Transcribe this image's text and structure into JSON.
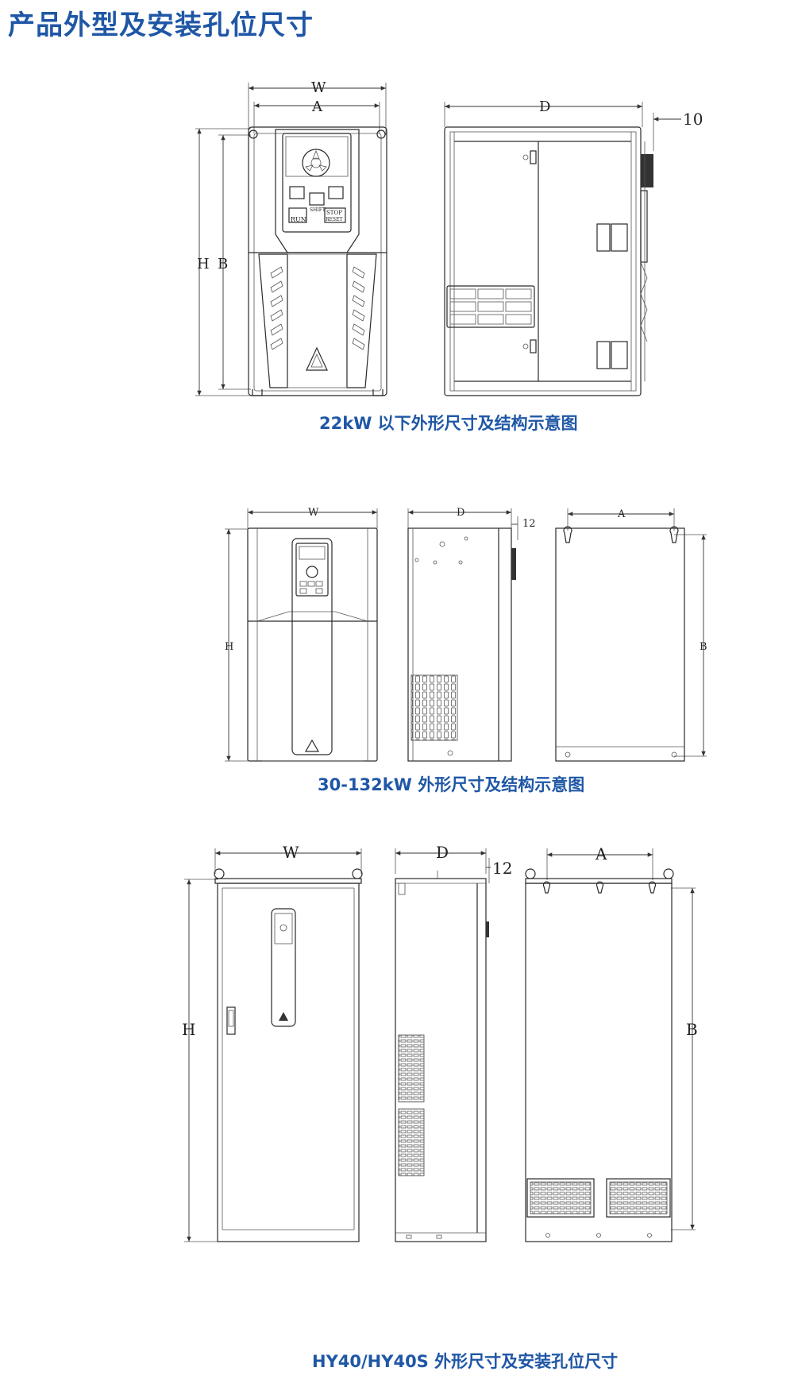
{
  "page_title": "产品外型及安装孔位尺寸",
  "sections": [
    {
      "caption": "22kW 以下外形尺寸及结构示意图",
      "labels": {
        "W": "W",
        "A": "A",
        "H": "H",
        "B": "B",
        "D": "D",
        "offset": "10"
      },
      "keypad": {
        "run": "RUN",
        "stop": "STOP",
        "reset": "RESET",
        "shift": "SHIFT"
      }
    },
    {
      "caption": "30-132kW 外形尺寸及结构示意图",
      "labels": {
        "W": "W",
        "H": "H",
        "D": "D",
        "offset": "12",
        "A": "A",
        "B": "B"
      }
    },
    {
      "caption": "HY40/HY40S 外形尺寸及安装孔位尺寸",
      "labels": {
        "W": "W",
        "H": "H",
        "D": "D",
        "offset": "12",
        "A": "A",
        "B": "B"
      }
    }
  ],
  "colors": {
    "title": "#1f57a6",
    "line": "#2a2a2a"
  }
}
